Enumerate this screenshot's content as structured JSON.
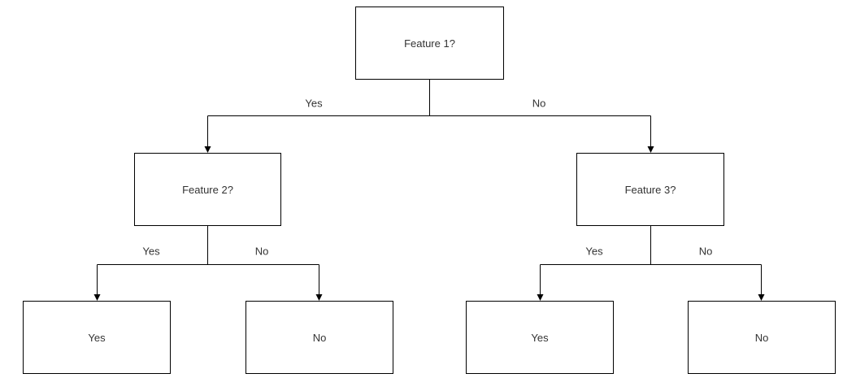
{
  "diagram": {
    "type": "decision-tree-flowchart",
    "colors": {
      "background": "#ffffff",
      "node_fill": "#ffffff",
      "node_border": "#000000",
      "connector": "#000000",
      "text": "#333333"
    },
    "nodes": {
      "root": {
        "label": "Feature 1?"
      },
      "f2": {
        "label": "Feature 2?"
      },
      "f3": {
        "label": "Feature 3?"
      },
      "leaf_ll": {
        "label": "Yes"
      },
      "leaf_lr": {
        "label": "No"
      },
      "leaf_rl": {
        "label": "Yes"
      },
      "leaf_rr": {
        "label": "No"
      }
    },
    "edges": {
      "root_yes": {
        "from": "Feature 1?",
        "to": "Feature 2?",
        "label": "Yes"
      },
      "root_no": {
        "from": "Feature 1?",
        "to": "Feature 3?",
        "label": "No"
      },
      "f2_yes": {
        "from": "Feature 2?",
        "to": "Yes",
        "label": "Yes"
      },
      "f2_no": {
        "from": "Feature 2?",
        "to": "No",
        "label": "No"
      },
      "f3_yes": {
        "from": "Feature 3?",
        "to": "Yes",
        "label": "Yes"
      },
      "f3_no": {
        "from": "Feature 3?",
        "to": "No",
        "label": "No"
      }
    }
  }
}
